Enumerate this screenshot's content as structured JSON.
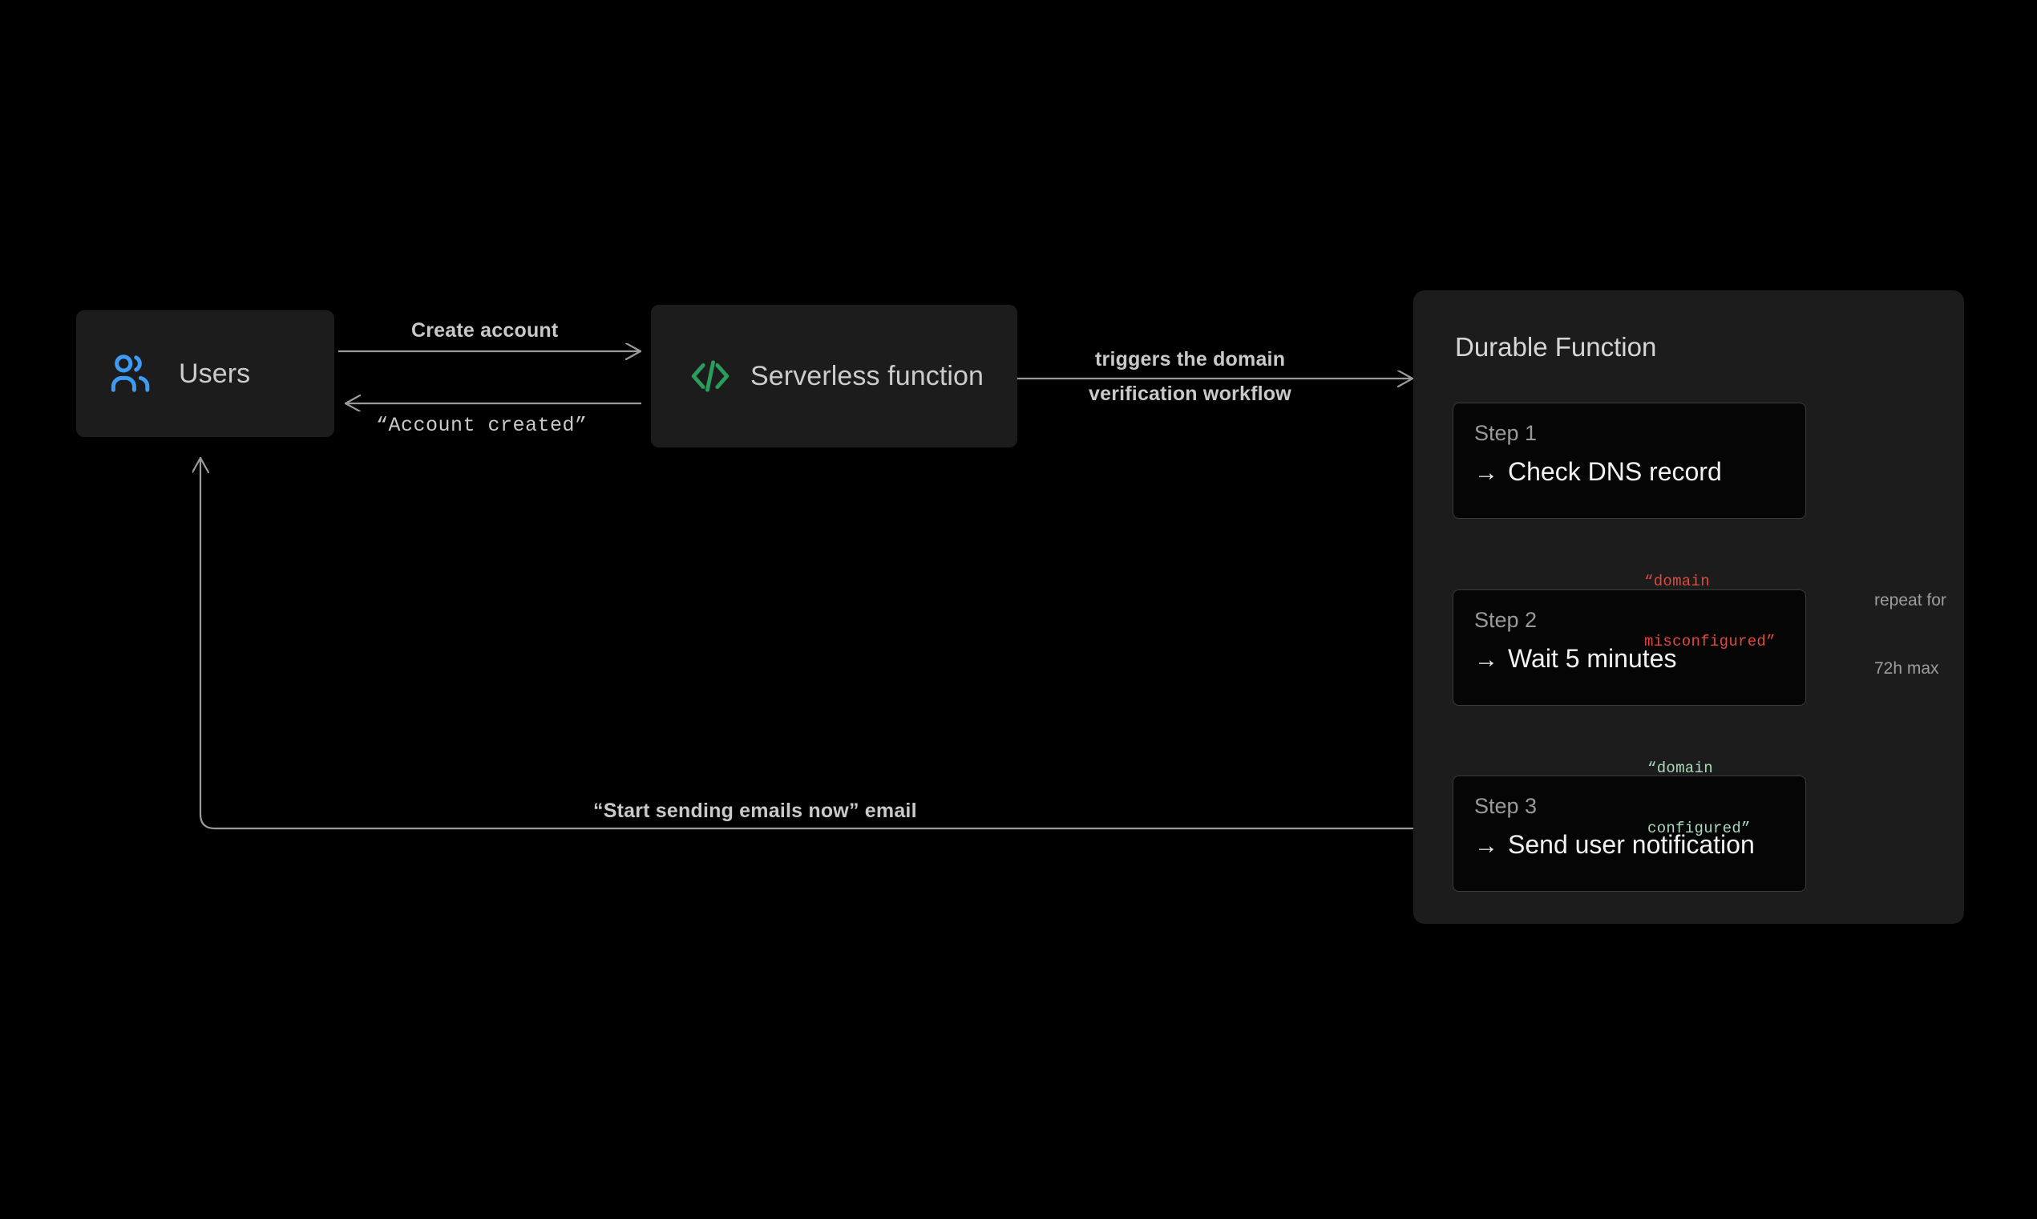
{
  "colors": {
    "background": "#000000",
    "node_fill": "#1c1c1c",
    "panel_fill": "#1c1c1c",
    "step_fill": "#050505",
    "step_border": "#3a3a3a",
    "wire": "#9a9a9a",
    "text_primary": "#f2f2f2",
    "text_secondary": "#c9c9c9",
    "text_muted": "#9a9a9a",
    "users_icon_blue": "#3d9bf5",
    "code_icon_green": "#2a9d5c",
    "status_error_red": "#e0493d",
    "status_ok_green": "#a9dcba"
  },
  "nodes": {
    "users": {
      "label": "Users",
      "icon": "users-icon"
    },
    "serverless": {
      "label": "Serverless function",
      "icon": "code-brackets-icon"
    }
  },
  "durable_function": {
    "title": "Durable Function",
    "steps": [
      {
        "index_label": "Step 1",
        "arrow": "→",
        "action": "Check DNS record"
      },
      {
        "index_label": "Step 2",
        "arrow": "→",
        "action": "Wait 5 minutes"
      },
      {
        "index_label": "Step 3",
        "arrow": "→",
        "action": "Send user notification"
      }
    ],
    "loop_note_line1": "repeat for",
    "loop_note_line2": "72h max",
    "transitions": [
      {
        "from": "Step 1",
        "to": "Step 2",
        "line1": "“domain",
        "line2": "misconfigured”",
        "state": "error"
      },
      {
        "from": "Step 2",
        "to": "Step 3",
        "line1": "“domain",
        "line2": "configured”",
        "state": "ok"
      }
    ]
  },
  "edges": {
    "create_account": "Create account",
    "account_created": "“Account created”",
    "triggers_line1": "triggers the domain",
    "triggers_line2": "verification workflow",
    "start_sending_email": "“Start sending emails now” email"
  }
}
